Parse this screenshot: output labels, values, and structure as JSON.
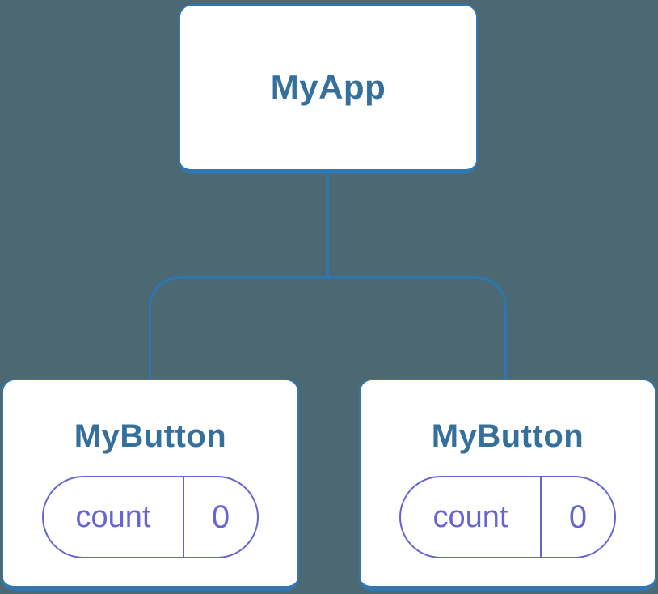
{
  "diagram": {
    "title": "component-state-tree",
    "colors": {
      "background": "#4c6872",
      "connector": "#2e76ab",
      "node_border": "#3277ad",
      "node_background": "#ffffff",
      "node_title": "#35709d",
      "state_accent": "#6865d2"
    },
    "root": {
      "label": "MyApp"
    },
    "children": [
      {
        "label": "MyButton",
        "state": {
          "key": "count",
          "value": "0"
        }
      },
      {
        "label": "MyButton",
        "state": {
          "key": "count",
          "value": "0"
        }
      }
    ]
  }
}
